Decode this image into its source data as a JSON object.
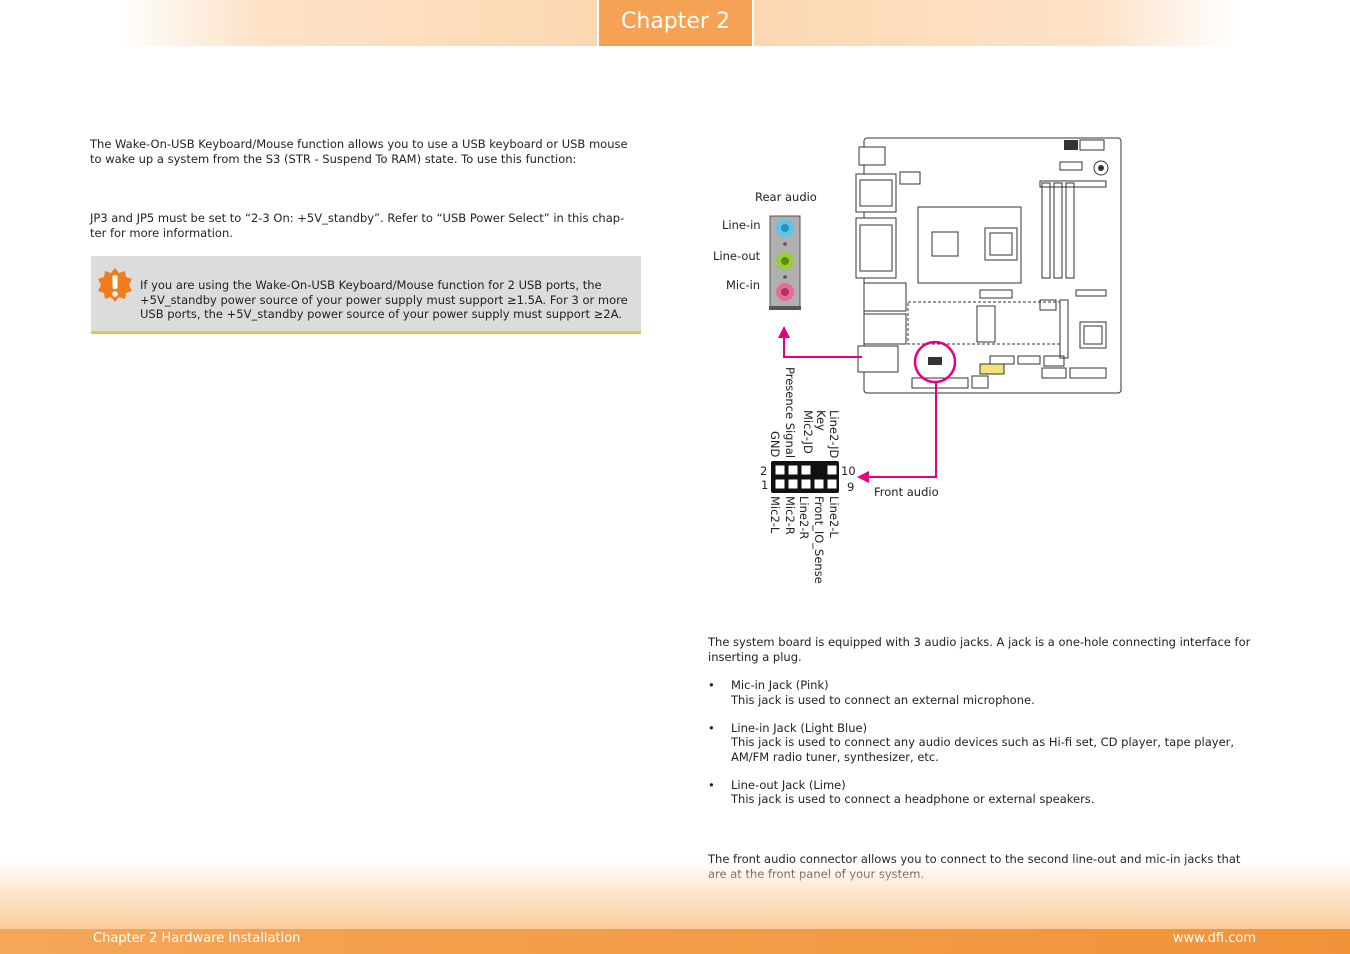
{
  "header": {
    "chapter_label": "Chapter 2"
  },
  "left": {
    "paragraph_1": "The Wake-On-USB Keyboard/Mouse function allows you to use a USB keyboard or USB mouse to wake up a system from the S3 (STR - Suspend To RAM) state. To use this function:",
    "paragraph_2": "JP3 and JP5 must be set to “2-3 On: +5V_standby”. Refer to “USB Power Select” in this chap-ter for more information.",
    "note": "If you are using the Wake-On-USB Keyboard/Mouse function for 2 USB ports, the +5V_standby power source of your power supply must support ≥1.5A. For 3 or more USB ports, the +5V_standby power source of your power supply must support ≥2A."
  },
  "diagram": {
    "rear_audio_label": "Rear audio",
    "jacks": [
      "Line-in",
      "Line-out",
      "Mic-in"
    ],
    "front_audio_label": "Front audio",
    "pin_numbers": {
      "top_left": "2",
      "bottom_left": "1",
      "top_right": "10",
      "bottom_right": "9"
    },
    "pin_labels_top": [
      "Line2-JD",
      "Key",
      "Mic2-JD",
      "Presence Signal",
      "GND"
    ],
    "pin_labels_bottom": [
      "Line2-L",
      "Front_IO_Sense",
      "Line2-R",
      "Mic2-R",
      "Mic2-L"
    ],
    "colors": {
      "line_in": "#5bc6e8",
      "line_out": "#9ccc3c",
      "mic_in": "#e86a9c",
      "pointer": "#e6007e"
    }
  },
  "right": {
    "paragraph_1": "The system board is equipped with 3 audio jacks. A jack is a one-hole connecting interface for inserting a plug.",
    "bullets": [
      {
        "title": "Mic-in Jack (Pink)",
        "desc": "This jack is used to connect an external microphone."
      },
      {
        "title": "Line-in Jack (Light Blue)",
        "desc": "This jack is used to connect any audio devices such as Hi-fi set, CD player, tape player, AM/FM radio tuner, synthesizer, etc."
      },
      {
        "title": "Line-out Jack (Lime)",
        "desc": "This jack is used to connect a headphone or external speakers."
      }
    ],
    "paragraph_2": "The front audio connector allows you to connect to the second line-out and mic-in jacks that are at the front panel of your system."
  },
  "footer": {
    "left": "Chapter 2 Hardware Installation",
    "right": "www.dfi.com"
  }
}
